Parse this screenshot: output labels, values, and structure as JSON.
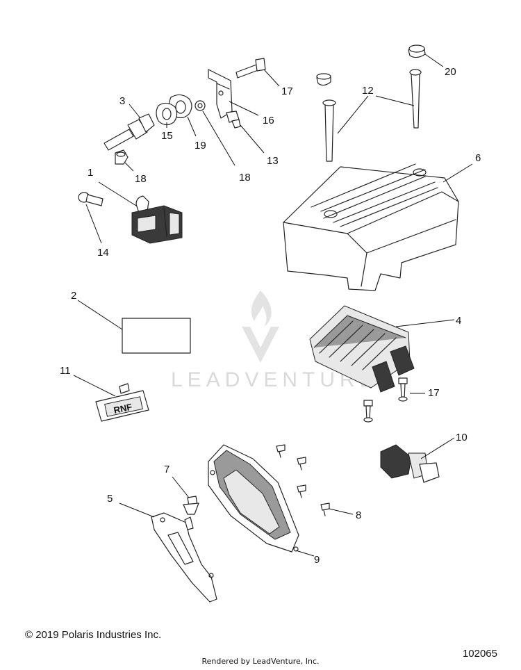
{
  "copyright": "© 2019 Polaris Industries Inc.",
  "rendered_by": "Rendered by LeadVenture, Inc.",
  "figure_number": "102065",
  "watermark": "LEADVENTURE",
  "callouts": {
    "c1": "1",
    "c2": "2",
    "c3": "3",
    "c4": "4",
    "c5": "5",
    "c6": "6",
    "c7": "7",
    "c8": "8",
    "c9": "9",
    "c10": "10",
    "c11": "11",
    "c12": "12",
    "c13": "13",
    "c14": "14",
    "c15": "15",
    "c16": "16",
    "c17a": "17",
    "c17b": "17",
    "c18a": "18",
    "c18b": "18",
    "c19": "19",
    "c20": "20"
  },
  "label_rnf": "RNF",
  "colors": {
    "line": "#222222",
    "watermark": "#d9d9d9"
  }
}
